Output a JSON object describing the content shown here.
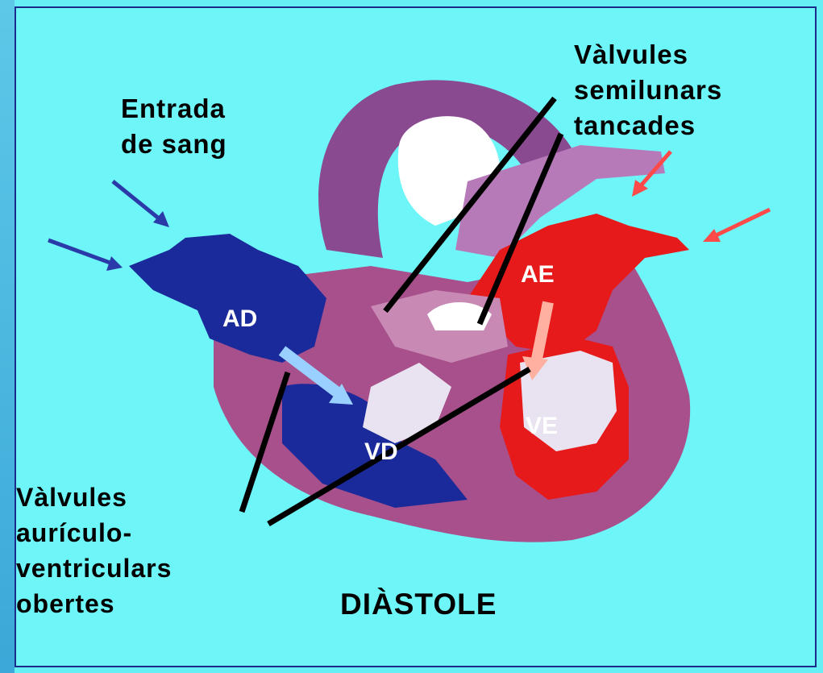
{
  "labels": {
    "semilunar_valves": [
      "Vàlvules",
      "semilunars",
      "tancades"
    ],
    "blood_inflow": [
      "Entrada",
      "de sang"
    ],
    "av_valves": [
      "Vàlvules",
      "aurículo-",
      "ventriculars",
      "obertes"
    ],
    "phase_title": "DIÀSTOLE"
  },
  "chambers": {
    "right_atrium": "AD",
    "left_atrium": "AE",
    "right_ventricle": "VD",
    "left_ventricle": "VE"
  },
  "colors": {
    "background": "#6ef5f8",
    "border": "#1c2a8c",
    "heart_wall": "#a8508c",
    "vessel": "#8a4a90",
    "right_side_blood": "#1a2a9a",
    "left_side_blood": "#e61a1a",
    "valve_white": "#e9e2f0"
  }
}
